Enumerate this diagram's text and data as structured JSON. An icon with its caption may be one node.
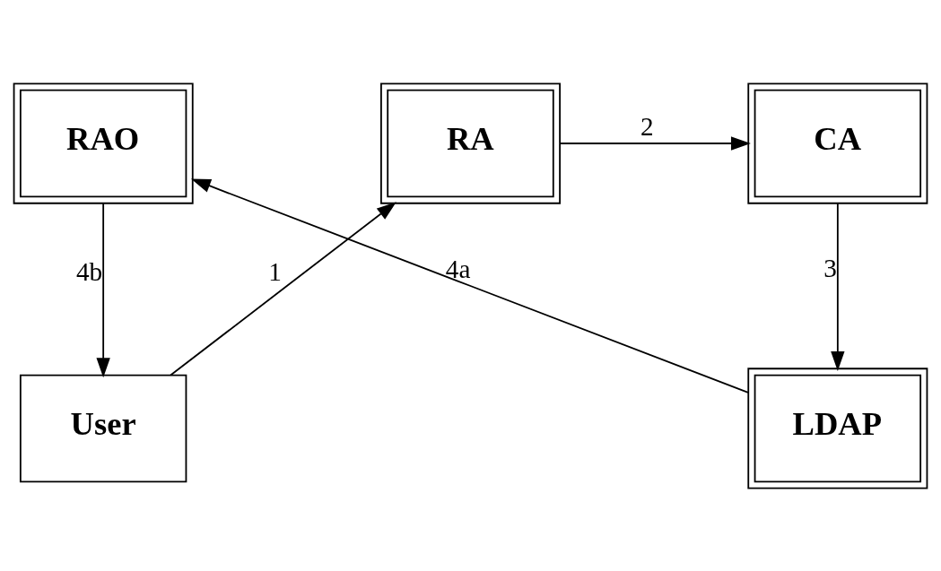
{
  "diagram": {
    "nodes": [
      {
        "text": [
          "RAO"
        ]
      },
      {
        "text": [
          "RA"
        ]
      },
      {
        "text": [
          "CA"
        ]
      },
      {
        "text": [
          "User"
        ]
      },
      {
        "text": [
          "LDAP"
        ]
      }
    ],
    "edges": [
      {
        "from": 3,
        "to": 1,
        "arrow": "to",
        "label": "1"
      },
      {
        "from": 1,
        "to": 2,
        "arrow": "to",
        "label": "2"
      },
      {
        "from": 2,
        "to": 4,
        "arrow": "to",
        "label": "3"
      },
      {
        "from": 4,
        "to": 0,
        "arrow": "to",
        "label": "4a"
      },
      {
        "from": 0,
        "to": 3,
        "arrow": "to",
        "label": "4b"
      }
    ]
  }
}
